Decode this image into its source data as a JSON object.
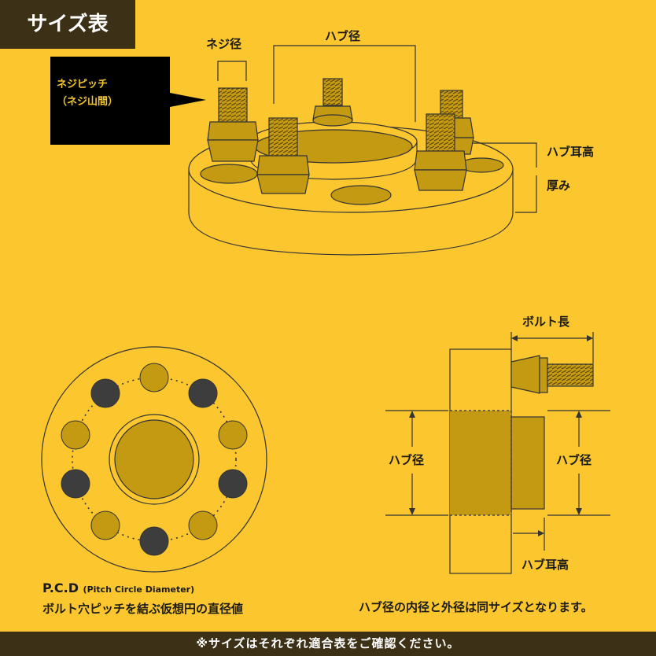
{
  "header": {
    "title": "サイズ表"
  },
  "top_diagram": {
    "labels": {
      "thread_diameter": "ネジ径",
      "hub_diameter": "ハブ径",
      "hub_lip_height": "ハブ耳高",
      "thickness": "厚み"
    },
    "callout": {
      "line1": "ネジピッチ",
      "line2": "（ネジ山間）"
    }
  },
  "pcd_diagram": {
    "title": "P.C.D",
    "subtitle": "(Pitch Circle Diameter)",
    "caption": "ボルト穴ピッチを結ぶ仮想円の直径値"
  },
  "side_diagram": {
    "labels": {
      "bolt_length": "ボルト長",
      "hub_diameter_left": "ハブ径",
      "hub_diameter_right": "ハブ径",
      "hub_lip_height": "ハブ耳高"
    },
    "caption": "ハブ径の内径と外径は同サイズとなります。"
  },
  "footer": {
    "note": "※サイズはそれぞれ適合表をご確認ください。"
  },
  "colors": {
    "background": "#fcc72e",
    "bar": "#3c3116",
    "gold": "#c49a12",
    "dark_hole": "#3d3d3d"
  }
}
